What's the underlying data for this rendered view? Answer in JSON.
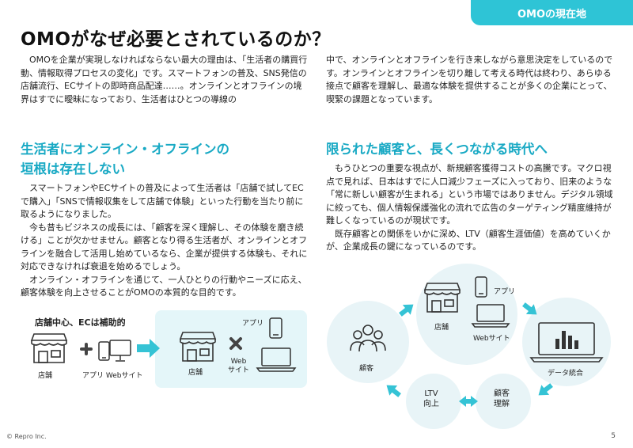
{
  "header": {
    "tab_label": "OMOの現在地",
    "title": "OMOがなぜ必要とされているのか？"
  },
  "intro": {
    "left": "　OMOを企業が実現しなければならない最大の理由は、「生活者の購買行動、情報取得プロセスの変化」です。スマートフォンの普及、SNS発信の店舗流行、ECサイトの即時商品配達……。オンラインとオフラインの境界はすでに曖昧になっており、生活者はひとつの導線の",
    "right": "中で、オンラインとオフラインを行き来しながら意思決定をしているのです。オンラインとオフラインを切り離して考える時代は終わり、あらゆる接点で顧客を理解し、最適な体験を提供することが多くの企業にとって、喫緊の課題となっています。"
  },
  "section1": {
    "heading_line1": "生活者にオンライン・オフラインの",
    "heading_line2": "垣根は存在しない",
    "p1": "　スマートフォンやECサイトの普及によって生活者は「店舗で試してECで購入」「SNSで情報収集をして店舗で体験」といった行動を当たり前に取るようになりました。",
    "p2": "　今も昔もビジネスの成長には、「顧客を深く理解し、その体験を磨き続ける」ことが欠かせません。顧客となり得る生活者が、オンラインとオフラインを融合して活用し始めているなら、企業が提供する体験も、それに対応できなければ衰退を始めるでしょう。",
    "p3": "　オンライン・オフラインを通じて、一人ひとりの行動やニーズに応え、顧客体験を向上させることがOMOの本質的な目的です。"
  },
  "section2": {
    "heading": "限られた顧客と、長くつながる時代へ",
    "p1": "　もうひとつの重要な視点が、新規顧客獲得コストの高騰です。マクロ視点で見れば、日本はすでに人口減少フェーズに入っており、旧来のような「常に新しい顧客が生まれる」という市場ではありません。デジタル領域に絞っても、個人情報保護強化の流れで広告のターゲティング精度維持が難しくなっているのが現状です。",
    "p2": "　既存顧客との関係をいかに深め、LTV（顧客生涯価値）を高めていくかが、企業成長の鍵になっているのです。"
  },
  "diagram_left": {
    "title": "店舗中心、ECは補助的",
    "store": "店舗",
    "app_web": "アプリ Webサイト",
    "store2": "店舗",
    "web_line1": "Web",
    "web_line2": "サイト",
    "app": "アプリ"
  },
  "diagram_right": {
    "customer": "顧客",
    "store": "店舗",
    "app": "アプリ",
    "website": "Webサイト",
    "data": "データ統合",
    "insight_line1": "顧客",
    "insight_line2": "理解",
    "ltv_line1": "LTV",
    "ltv_line2": "向上"
  },
  "footer": {
    "copyright": "© Repro Inc.",
    "page": "5"
  },
  "colors": {
    "accent": "#18a9c4",
    "tab": "#2ec4d6",
    "arrow": "#35c3d5",
    "panel": "#e4f6f9",
    "circle": "#e8f4f7"
  }
}
